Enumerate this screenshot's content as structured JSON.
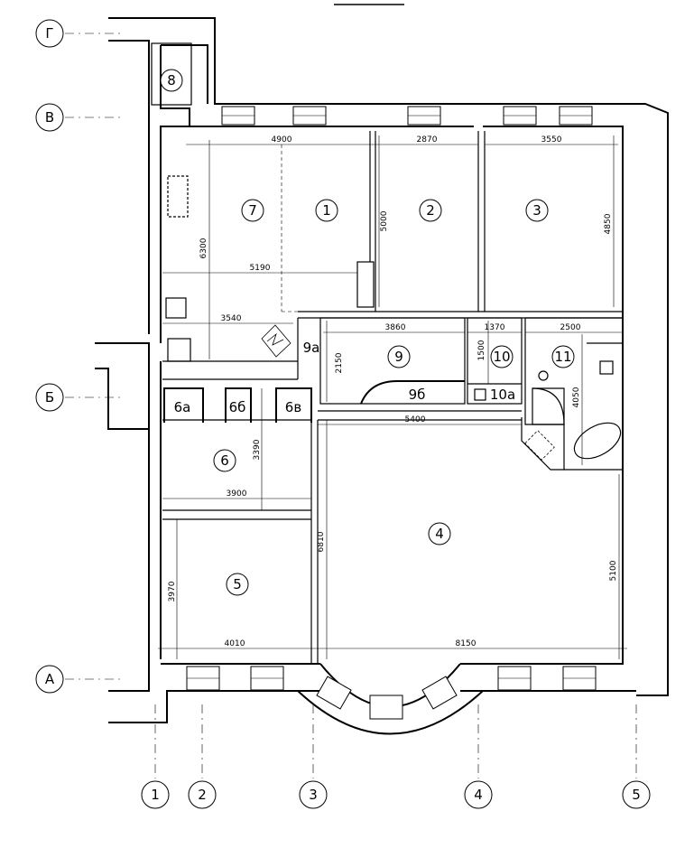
{
  "axes_letters": [
    "Г",
    "В",
    "Б",
    "А"
  ],
  "axes_numbers": [
    "1",
    "2",
    "3",
    "4",
    "5"
  ],
  "rooms": [
    "8",
    "7",
    "1",
    "2",
    "3",
    "9а",
    "9",
    "9б",
    "10",
    "10а",
    "11",
    "6а",
    "6б",
    "6в",
    "6",
    "5",
    "4"
  ],
  "dimensions": [
    "4900",
    "2870",
    "3550",
    "6300",
    "5000",
    "4850",
    "5190",
    "3540",
    "3860",
    "1370",
    "2500",
    "2150",
    "1500",
    "4050",
    "5400",
    "3390",
    "3900",
    "6810",
    "5100",
    "3970",
    "4010",
    "8150"
  ]
}
